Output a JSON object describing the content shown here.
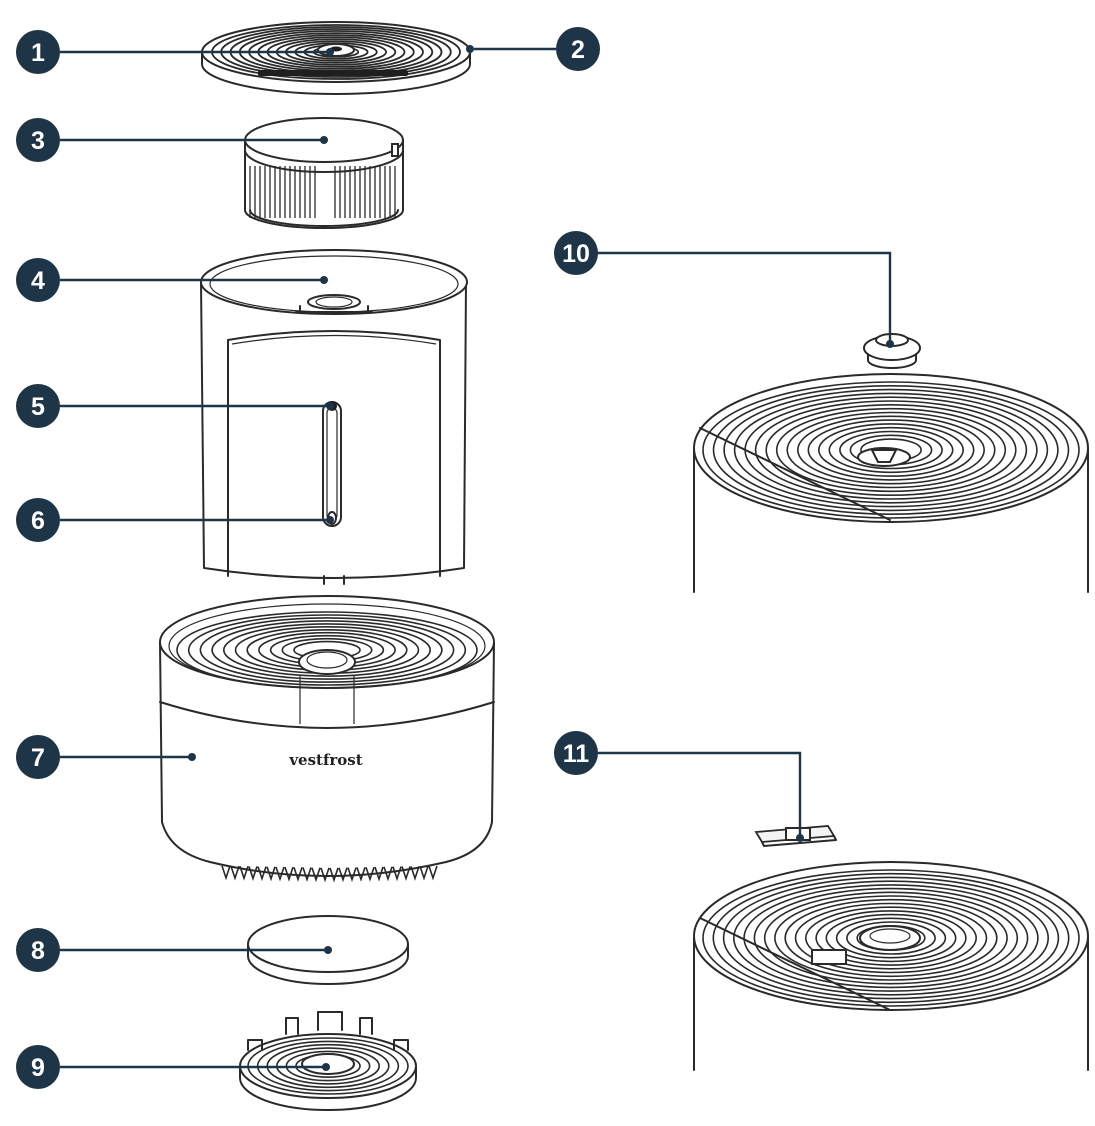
{
  "callouts": [
    {
      "number": "1"
    },
    {
      "number": "2"
    },
    {
      "number": "3"
    },
    {
      "number": "4"
    },
    {
      "number": "5"
    },
    {
      "number": "6"
    },
    {
      "number": "7"
    },
    {
      "number": "8"
    },
    {
      "number": "9"
    },
    {
      "number": "10"
    },
    {
      "number": "11"
    }
  ],
  "product": {
    "brand_text": "vestfrost"
  },
  "colors": {
    "callout": "#1e3447",
    "line": "#2a2a2a",
    "background": "#ffffff"
  }
}
